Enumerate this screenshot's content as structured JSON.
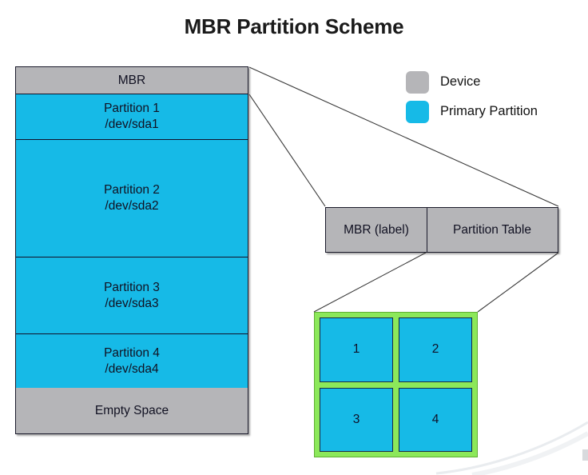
{
  "title": "MBR Partition Scheme",
  "colors": {
    "device_gray": "#b5b5b8",
    "primary_partition_cyan": "#16bae7",
    "grid_border_green": "#8ce85a",
    "outline": "#1b1b2b"
  },
  "device_column": {
    "rows": [
      {
        "name": "mbr",
        "label": "MBR",
        "sub": "",
        "kind": "device"
      },
      {
        "name": "partition-1",
        "label": "Partition 1",
        "sub": "/dev/sda1",
        "kind": "primary"
      },
      {
        "name": "partition-2",
        "label": "Partition 2",
        "sub": "/dev/sda2",
        "kind": "primary"
      },
      {
        "name": "partition-3",
        "label": "Partition 3",
        "sub": "/dev/sda3",
        "kind": "primary"
      },
      {
        "name": "partition-4",
        "label": "Partition 4",
        "sub": "/dev/sda4",
        "kind": "primary"
      },
      {
        "name": "empty-space",
        "label": "Empty Space",
        "sub": "",
        "kind": "device"
      }
    ]
  },
  "legend": {
    "items": [
      {
        "label": "Device",
        "color": "#b5b5b8"
      },
      {
        "label": "Primary Partition",
        "color": "#16bae7"
      }
    ]
  },
  "mbr_detail": {
    "label_cell": "MBR (label)",
    "table_cell": "Partition Table"
  },
  "partition_grid": {
    "cells": [
      "1",
      "2",
      "3",
      "4"
    ]
  }
}
